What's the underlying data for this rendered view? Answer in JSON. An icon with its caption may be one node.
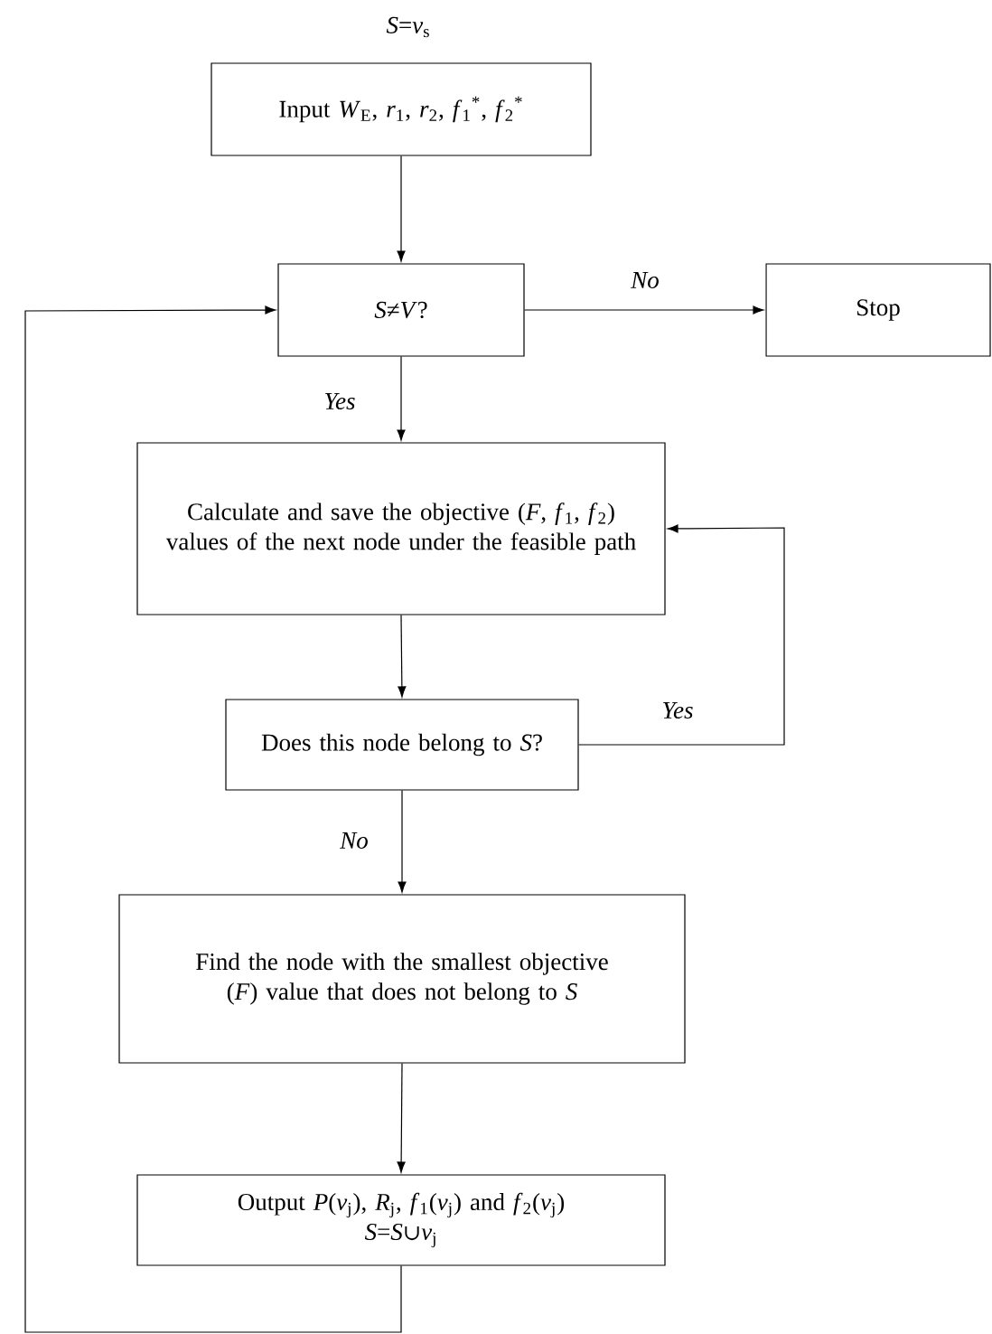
{
  "diagram": {
    "nodes": [
      {
        "text": [
          "Input *W*$_{E}$, *r*$_{1}$, *r*$_{2}$, *f*$_{1}$$^{*}$, *f*$_{2}$$^{*}$"
        ]
      },
      {
        "text": [
          "*S*≠*V*?"
        ]
      },
      {
        "text": [
          "Stop"
        ]
      },
      {
        "text": [
          "Calculate and save the objective (*F*, *f*$_{1}$, *f*$_{2}$) values of the next node under the feasible path"
        ]
      },
      {
        "text": [
          "Does this node belong to *S*?"
        ]
      },
      {
        "text": [
          "Find the node with the smallest objective (*F*) value that does not belong to *S*"
        ]
      },
      {
        "text": [
          "Output *P*(*v*$_{j}$), *R*$_{j}$, *f*$_{1}$(*v*$_{j}$) and *f*$_{2}$(*v*$_{j}$)",
          "*S*=*S*∪*v*$_{j}$"
        ]
      }
    ],
    "edges": [
      {
        "from": 0,
        "to": 1,
        "arrow": "to"
      },
      {
        "from": 1,
        "to": 2,
        "arrow": "to",
        "label": "*No*"
      },
      {
        "from": 1,
        "to": 3,
        "arrow": "to",
        "label": "*Yes*"
      },
      {
        "from": 3,
        "to": 4,
        "arrow": "to"
      },
      {
        "from": 4,
        "to": 3,
        "arrow": "to",
        "label": "*Yes*"
      },
      {
        "from": 4,
        "to": 5,
        "arrow": "to",
        "label": "*No*"
      },
      {
        "from": 5,
        "to": 6,
        "arrow": "to"
      },
      {
        "from": 6,
        "to": 1,
        "arrow": "to"
      }
    ],
    "labels": [
      "*S*=*v*$_{s}$"
    ]
  }
}
